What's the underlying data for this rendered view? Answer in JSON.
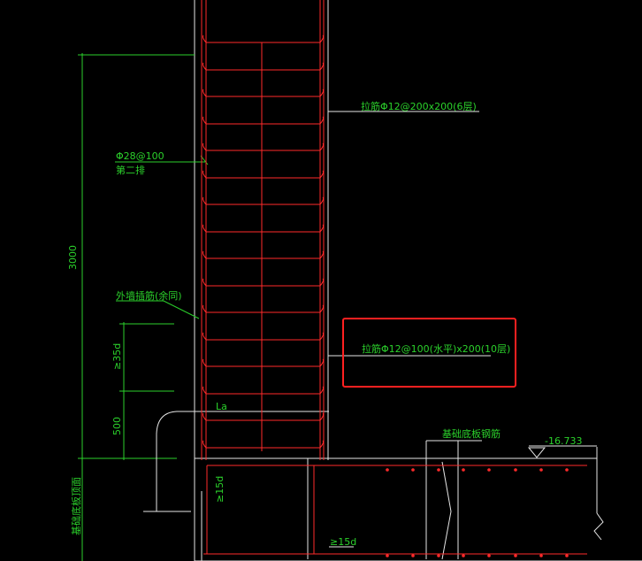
{
  "colors": {
    "background": "#000000",
    "rebar": "#ff2a2a",
    "dimension": "#2bd12b",
    "outline": "#e6e6e6",
    "highlight": "#ff2020"
  },
  "labels": {
    "tie_top": "拉筋Φ12@200x200(6层)",
    "vertical_bar": "Φ28@100",
    "vertical_bar_sub": "第二排",
    "outer_wall_bar": "外墙插筋(余同)",
    "tie_bottom": "拉筋Φ12@100(水平)x200(10层)",
    "anchor_la": "La",
    "foundation_bar": "基础底板钢筋",
    "elevation": "-16.733",
    "foundation_edge": "基础底板顶面",
    "len_15d_v": "≥15d",
    "len_15d_h": "≥15d"
  },
  "dimensions": {
    "height_total": "3000",
    "len_35d": "≥35d",
    "len_500": "500"
  },
  "highlight_box": {
    "visible": true
  }
}
